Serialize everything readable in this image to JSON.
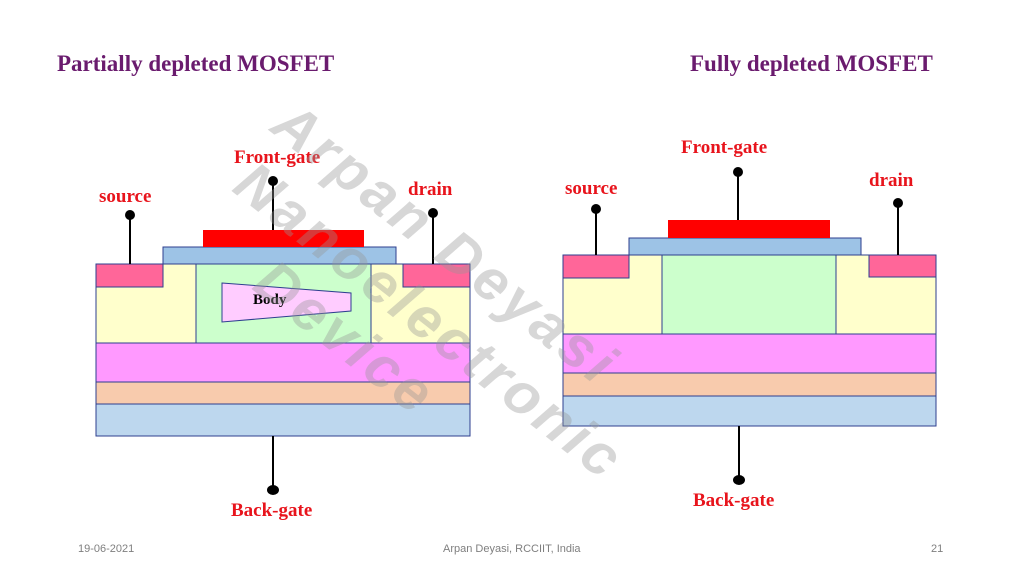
{
  "headings": {
    "left": "Partially depleted MOSFET",
    "right": "Fully depleted MOSFET"
  },
  "left_device": {
    "front_gate": "Front-gate",
    "source": "source",
    "drain": "drain",
    "body": "Body",
    "back_gate": "Back-gate"
  },
  "right_device": {
    "front_gate": "Front-gate",
    "source": "source",
    "drain": "drain",
    "back_gate": "Back-gate"
  },
  "watermark": {
    "line1": "Arpan Deyasi",
    "line2": "Nanoelectronic",
    "line3": "Device"
  },
  "footer": {
    "date": "19-06-2021",
    "author": "Arpan Deyasi, RCCIIT, India",
    "page": "21"
  },
  "colors": {
    "heading": "#6a1b6e",
    "label": "#e8141c",
    "gate_metal": "#ff0000",
    "gate_oxide": "#9dc3e6",
    "source_drain_contact": "#ff6699",
    "source_drain_region": "#ffffcc",
    "channel": "#ccffcc",
    "body_region": "#ffccff",
    "buried_oxide": "#ff99ff",
    "substrate_layer": "#f8cbad",
    "back_layer": "#bdd7ee"
  }
}
